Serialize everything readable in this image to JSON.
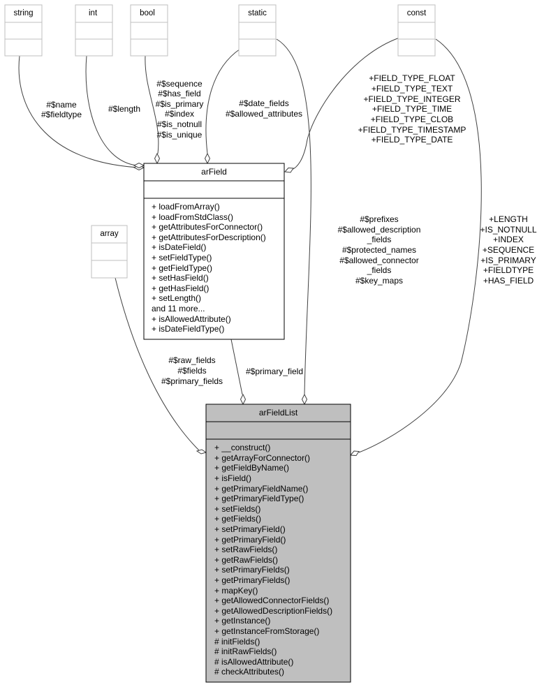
{
  "types": {
    "string": "string",
    "int": "int",
    "bool": "bool",
    "static": "static",
    "const": "const",
    "array": "array"
  },
  "arField": {
    "name": "arField",
    "methods": [
      "+ loadFromArray()",
      "+ loadFromStdClass()",
      "+ getAttributesForConnector()",
      "+ getAttributesForDescription()",
      "+ isDateField()",
      "+ setFieldType()",
      "+ getFieldType()",
      "+ setHasField()",
      "+ getHasField()",
      "+ setLength()",
      "and 11 more...",
      "+ isAllowedAttribute()",
      "+ isDateFieldType()"
    ]
  },
  "arFieldList": {
    "name": "arFieldList",
    "methods": [
      "+ __construct()",
      "+ getArrayForConnector()",
      "+ getFieldByName()",
      "+ isField()",
      "+ getPrimaryFieldName()",
      "+ getPrimaryFieldType()",
      "+ setFields()",
      "+ getFields()",
      "+ setPrimaryField()",
      "+ getPrimaryField()",
      "+ setRawFields()",
      "+ getRawFields()",
      "+ setPrimaryFields()",
      "+ getPrimaryFields()",
      "+ mapKey()",
      "+ getAllowedConnectorFields()",
      "+ getAllowedDescriptionFields()",
      "+ getInstance()",
      "+ getInstanceFromStorage()",
      "# initFields()",
      "# initRawFields()",
      "# isAllowedAttribute()",
      "# checkAttributes()"
    ]
  },
  "edges": {
    "string_arField": [
      "#$name",
      "#$fieldtype"
    ],
    "int_arField": [
      "#$length"
    ],
    "bool_arField": [
      "#$sequence",
      "#$has_field",
      "#$is_primary",
      "#$index",
      "#$is_notnull",
      "#$is_unique"
    ],
    "static_arField": [
      "#$date_fields",
      "#$allowed_attributes"
    ],
    "const_arField": [
      "+FIELD_TYPE_FLOAT",
      "+FIELD_TYPE_TEXT",
      "+FIELD_TYPE_INTEGER",
      "+FIELD_TYPE_TIME",
      "+FIELD_TYPE_CLOB",
      "+FIELD_TYPE_TIMESTAMP",
      "+FIELD_TYPE_DATE"
    ],
    "static_arFieldList": [
      "#$prefixes",
      "#$allowed_description",
      "_fields",
      "#$protected_names",
      "#$allowed_connector",
      "_fields",
      "#$key_maps"
    ],
    "const_arFieldList": [
      "+LENGTH",
      "+IS_NOTNULL",
      "+INDEX",
      "+SEQUENCE",
      "+IS_PRIMARY",
      "+FIELDTYPE",
      "+HAS_FIELD"
    ],
    "array_arFieldList": [
      "#$raw_fields",
      "#$fields",
      "#$primary_fields"
    ],
    "arField_arFieldList": [
      "#$primary_field"
    ]
  }
}
